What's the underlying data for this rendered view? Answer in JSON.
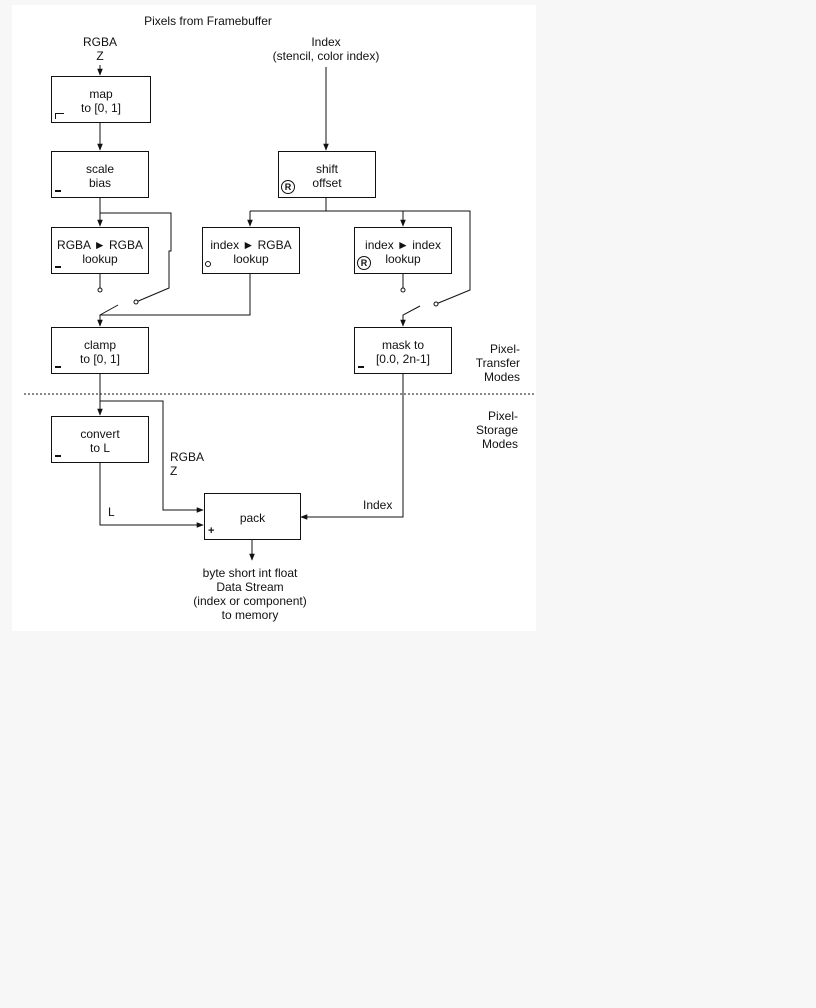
{
  "title": "Pixels from Framebuffer",
  "inputs": {
    "rgba_line1": "RGBA",
    "rgba_line2": "Z",
    "index_line1": "Index",
    "index_line2": "(stencil, color index)"
  },
  "boxes": {
    "map": [
      "map",
      "to [0, 1]"
    ],
    "scale": [
      "scale",
      "bias"
    ],
    "rgba_lookup": [
      "RGBA ► RGBA",
      "lookup"
    ],
    "shift": [
      "shift",
      "offset"
    ],
    "index_rgba_lookup": [
      "index ► RGBA",
      "lookup"
    ],
    "index_index_lookup": [
      "index ► index",
      "lookup"
    ],
    "clamp": [
      "clamp",
      "to [0, 1]"
    ],
    "mask": [
      "mask to",
      "[0.0, 2n-1]"
    ],
    "convert": [
      "convert",
      "to L"
    ],
    "pack": [
      "pack"
    ]
  },
  "side_labels": {
    "transfer": [
      "Pixel-",
      "Transfer",
      "Modes"
    ],
    "storage": [
      "Pixel-",
      "Storage",
      "Modes"
    ]
  },
  "edge_labels": {
    "rgba_z": [
      "RGBA",
      "Z"
    ],
    "l": "L",
    "index": "Index"
  },
  "output": [
    "byte short int float",
    "Data Stream",
    "(index or component)",
    "to memory"
  ],
  "marks": {
    "reg": "R",
    "plus": "+"
  }
}
